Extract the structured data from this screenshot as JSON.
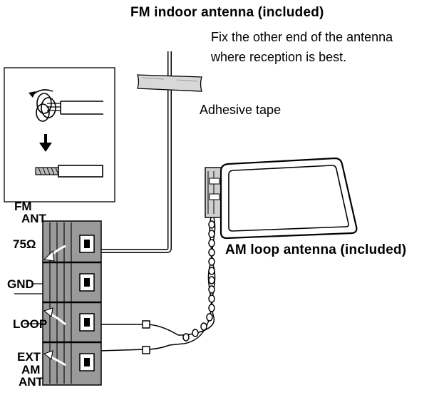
{
  "labels": {
    "fm_antenna": "FM indoor antenna (included)",
    "fix_note_line1": "Fix the other end of the antenna",
    "fix_note_line2": "where reception is best.",
    "adhesive_tape": "Adhesive tape",
    "am_antenna": "AM loop antenna (included)"
  },
  "terminals": {
    "fm_ant_line1": "FM",
    "fm_ant_line2": "ANT",
    "ohm_75": "75Ω",
    "gnd": "GND",
    "loop": "LOOP",
    "ext_line1": "EXT",
    "ext_line2": "AM",
    "ext_line3": "ANT"
  },
  "icons": {
    "inset": "wire-twist-icon",
    "arrow": "arrow-down-icon"
  }
}
